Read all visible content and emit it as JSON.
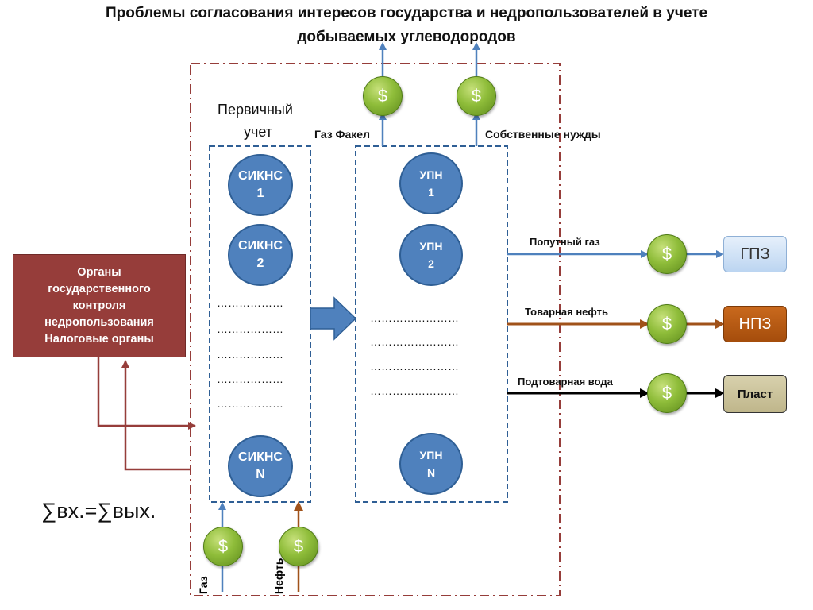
{
  "title": {
    "line1": "Проблемы согласования интересов государства и недропользователей в учете",
    "line2": "добываемых углеводородов"
  },
  "labels": {
    "primary_line1": "Первичный",
    "primary_line2": "учет",
    "gas_flare": "Газ Факел",
    "own_needs": "Собственные нужды",
    "associated_gas": "Попутный газ",
    "commercial_oil": "Товарная нефть",
    "produced_water": "Подтоварная вода",
    "gas": "Газ",
    "oil": "Нефть",
    "balance": "∑вх.=∑вых."
  },
  "currency_symbol": "$",
  "dots": "………………",
  "dots_wide": "……………………",
  "organs": {
    "line1": "Органы",
    "line2": "государственного",
    "line3": "контроля",
    "line4": "недропользования",
    "line5": "Налоговые органы"
  },
  "sikns": [
    {
      "name": "СИКНС",
      "num": "1"
    },
    {
      "name": "СИКНС",
      "num": "2"
    },
    {
      "name": "СИКНС",
      "num": "N"
    }
  ],
  "upn": [
    {
      "name": "УПН",
      "num": "1"
    },
    {
      "name": "УПН",
      "num": "2"
    },
    {
      "name": "УПН",
      "num": "N"
    }
  ],
  "destinations": {
    "gpz": "ГПЗ",
    "npz": "НПЗ",
    "plast": "Пласт"
  },
  "colors": {
    "blue_flow": "#4f81bd",
    "oil_flow": "#a0521a",
    "water_flow": "#000000",
    "organs_fill": "#963d3a",
    "boundary": "#963d3a",
    "gpz_fill": "#cfe2f7",
    "npz_fill": "#b5570f",
    "plast_fill": "#cbc39b"
  }
}
